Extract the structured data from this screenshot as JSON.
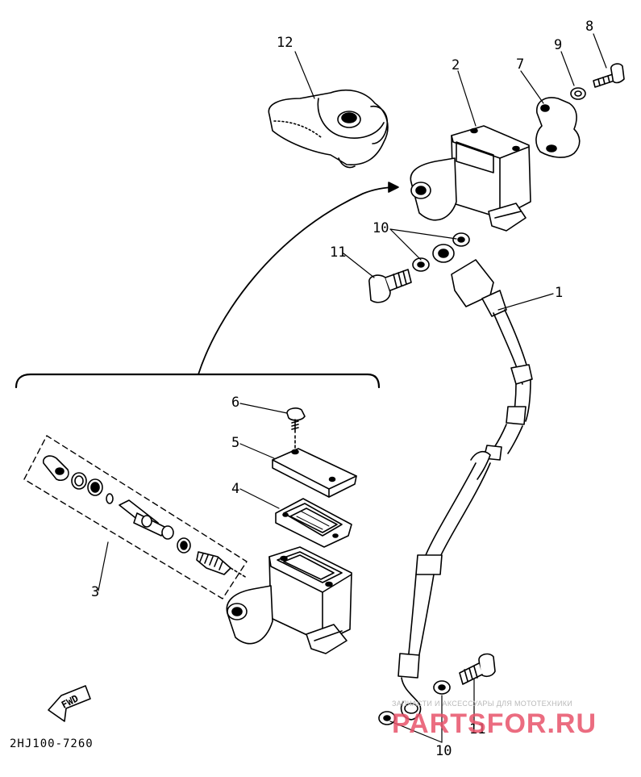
{
  "diagram": {
    "code": "2HJ100-7260",
    "fwd_label": "FWD",
    "callouts": {
      "c1": "1",
      "c2": "2",
      "c3": "3",
      "c4": "4",
      "c5": "5",
      "c6": "6",
      "c7": "7",
      "c8": "8",
      "c9": "9",
      "c10a": "10",
      "c10b": "10",
      "c11a": "11",
      "c11b": "11",
      "c12": "12"
    }
  },
  "watermark": {
    "small_text": "ЗАПЧАСТИ И АКСЕССУАРЫ ДЛЯ МОТОТЕХНИКИ",
    "brand": "PARTSFOR.RU"
  }
}
